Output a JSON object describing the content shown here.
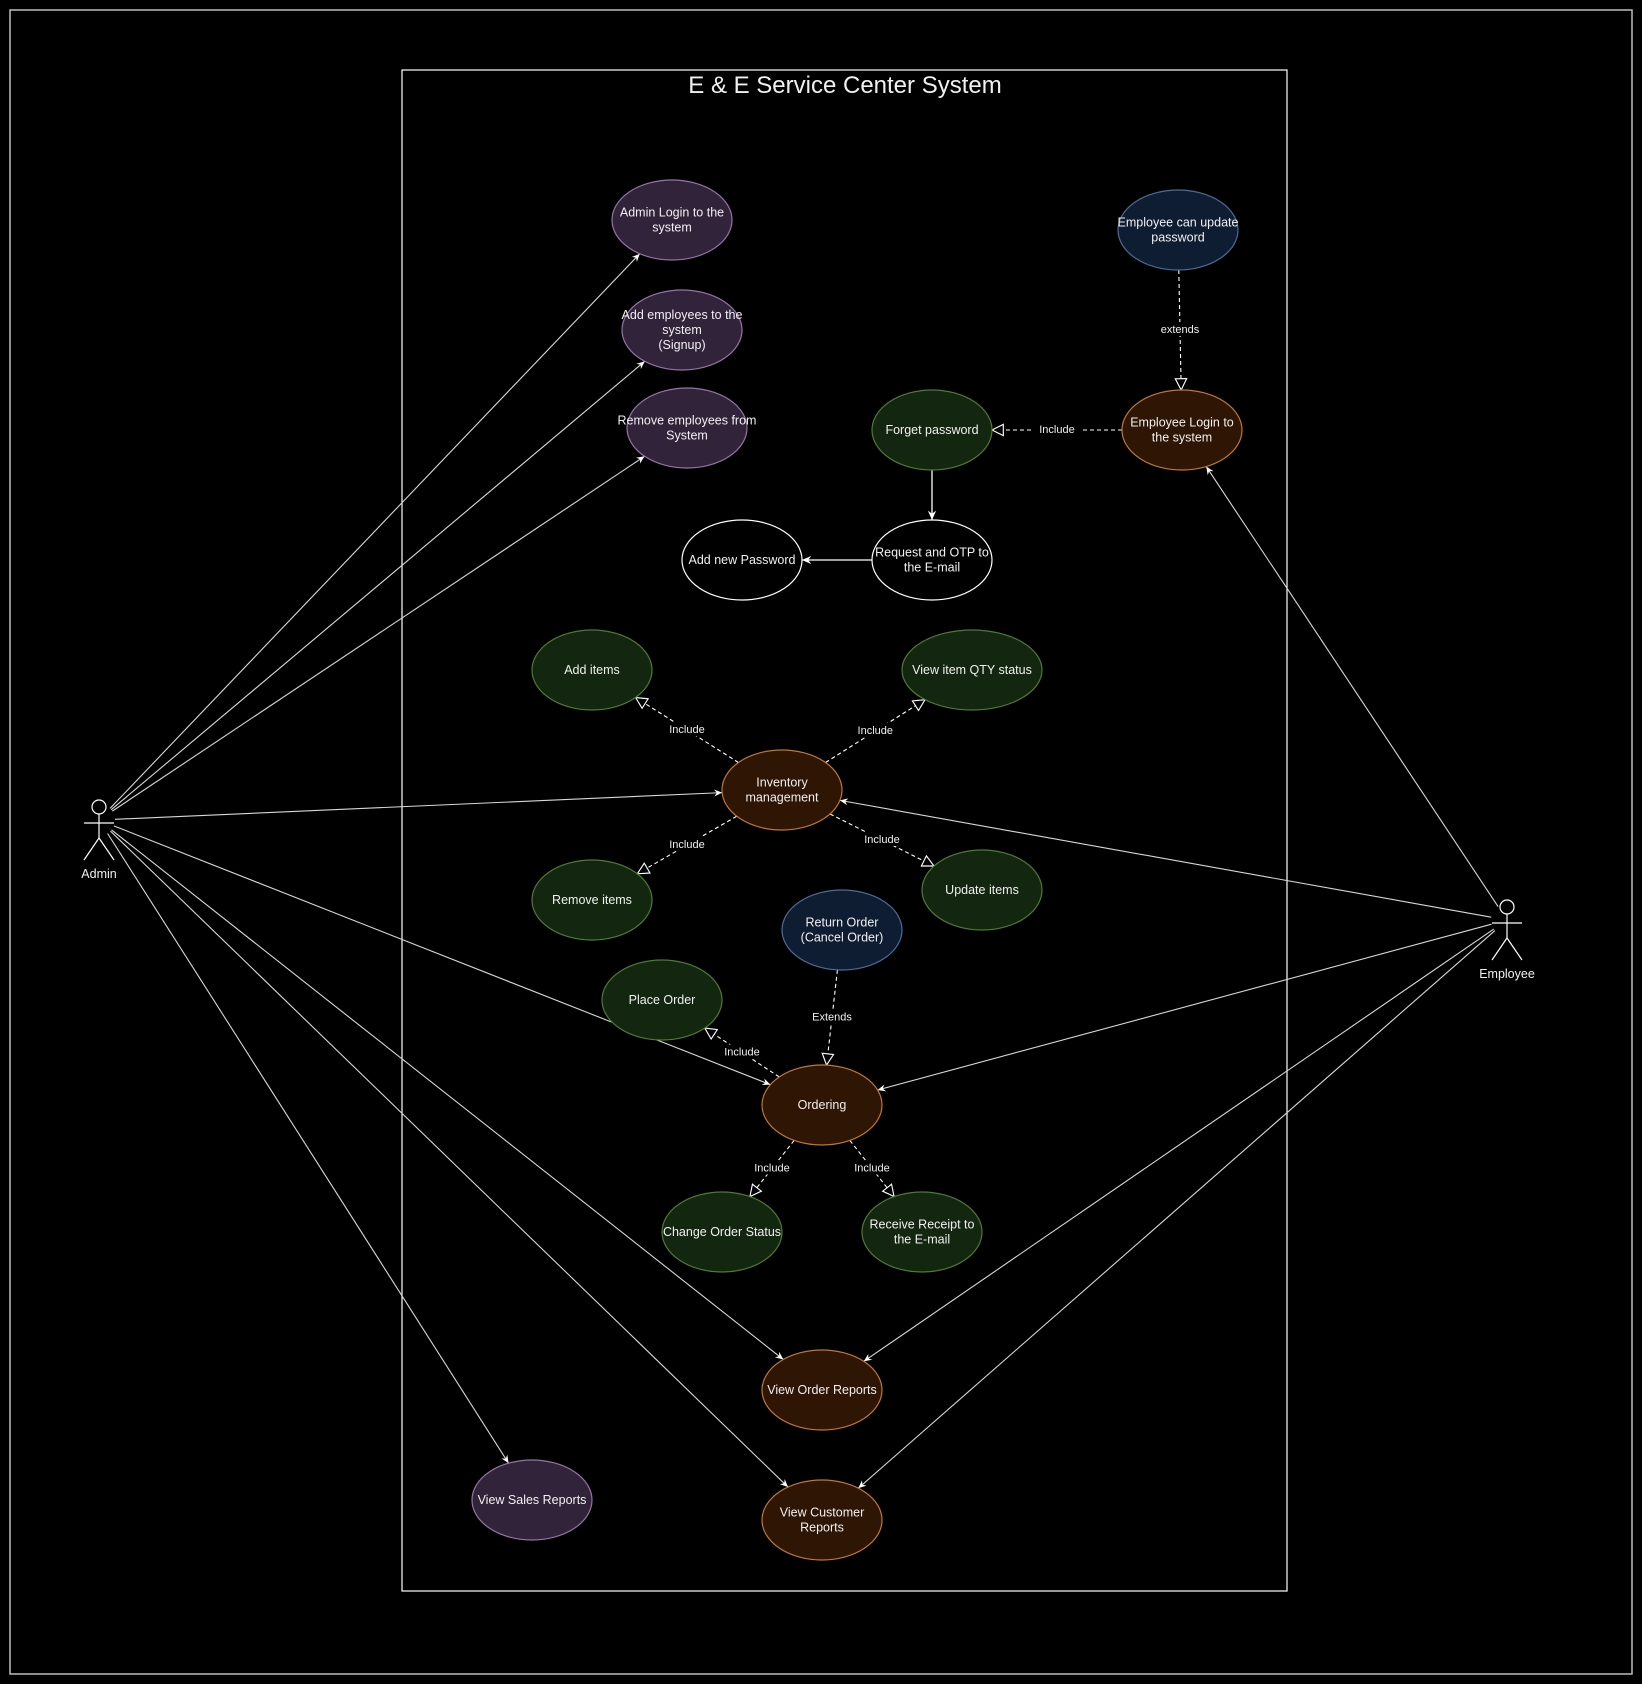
{
  "system": {
    "title": "E & E Service Center System"
  },
  "colors": {
    "purple": {
      "fill": "#31233a",
      "stroke": "#9673a6"
    },
    "green": {
      "fill": "#13260f",
      "stroke": "#4f7a33"
    },
    "orange": {
      "fill": "#2e1504",
      "stroke": "#c0782f"
    },
    "blue": {
      "fill": "#0f1d33",
      "stroke": "#4a6d96"
    },
    "white": {
      "fill": "#000000",
      "stroke": "#ffffff"
    },
    "line": "#d8d8d8"
  },
  "actors": [
    {
      "id": "admin",
      "label": "Admin"
    },
    {
      "id": "employee",
      "label": "Employee"
    }
  ],
  "use_cases": [
    {
      "id": "admin_login",
      "lines": [
        "Admin Login to the",
        "system"
      ],
      "color": "purple"
    },
    {
      "id": "add_employees",
      "lines": [
        "Add employees to the",
        "system",
        "(Signup)"
      ],
      "color": "purple"
    },
    {
      "id": "remove_employees",
      "lines": [
        "Remove employees from",
        "System"
      ],
      "color": "purple"
    },
    {
      "id": "emp_update_pw",
      "lines": [
        "Employee can update",
        "password"
      ],
      "color": "blue"
    },
    {
      "id": "forget_pw",
      "lines": [
        "Forget password"
      ],
      "color": "green"
    },
    {
      "id": "emp_login",
      "lines": [
        "Employee Login to",
        "the system"
      ],
      "color": "orange"
    },
    {
      "id": "add_new_pw",
      "lines": [
        "Add new Password"
      ],
      "color": "white"
    },
    {
      "id": "request_otp",
      "lines": [
        "Request and OTP to",
        "the E-mail"
      ],
      "color": "white"
    },
    {
      "id": "add_items",
      "lines": [
        "Add items"
      ],
      "color": "green"
    },
    {
      "id": "view_qty",
      "lines": [
        "View item QTY status"
      ],
      "color": "green"
    },
    {
      "id": "inventory",
      "lines": [
        "Inventory",
        "management"
      ],
      "color": "orange"
    },
    {
      "id": "remove_items",
      "lines": [
        "Remove items"
      ],
      "color": "green"
    },
    {
      "id": "update_items",
      "lines": [
        "Update items"
      ],
      "color": "green"
    },
    {
      "id": "return_order",
      "lines": [
        "Return Order",
        "(Cancel Order)"
      ],
      "color": "blue"
    },
    {
      "id": "place_order",
      "lines": [
        "Place Order"
      ],
      "color": "green"
    },
    {
      "id": "ordering",
      "lines": [
        "Ordering"
      ],
      "color": "orange"
    },
    {
      "id": "change_status",
      "lines": [
        "Change Order Status"
      ],
      "color": "green"
    },
    {
      "id": "receive_receipt",
      "lines": [
        "Receive Receipt to",
        "the E-mail"
      ],
      "color": "green"
    },
    {
      "id": "view_order_reports",
      "lines": [
        "View Order Reports"
      ],
      "color": "orange"
    },
    {
      "id": "view_sales_reports",
      "lines": [
        "View Sales Reports"
      ],
      "color": "purple"
    },
    {
      "id": "view_customer_reports",
      "lines": [
        "View Customer",
        "Reports"
      ],
      "color": "orange"
    }
  ],
  "relationships": [
    {
      "from": "admin",
      "to": "admin_login",
      "kind": "association",
      "label": ""
    },
    {
      "from": "admin",
      "to": "add_employees",
      "kind": "association",
      "label": ""
    },
    {
      "from": "admin",
      "to": "remove_employees",
      "kind": "association",
      "label": ""
    },
    {
      "from": "admin",
      "to": "inventory",
      "kind": "association",
      "label": ""
    },
    {
      "from": "admin",
      "to": "ordering",
      "kind": "association",
      "label": ""
    },
    {
      "from": "admin",
      "to": "view_order_reports",
      "kind": "association",
      "label": ""
    },
    {
      "from": "admin",
      "to": "view_customer_reports",
      "kind": "association",
      "label": ""
    },
    {
      "from": "admin",
      "to": "view_sales_reports",
      "kind": "association",
      "label": ""
    },
    {
      "from": "employee",
      "to": "emp_login",
      "kind": "association",
      "label": ""
    },
    {
      "from": "employee",
      "to": "inventory",
      "kind": "association",
      "label": ""
    },
    {
      "from": "employee",
      "to": "ordering",
      "kind": "association",
      "label": ""
    },
    {
      "from": "employee",
      "to": "view_order_reports",
      "kind": "association",
      "label": ""
    },
    {
      "from": "employee",
      "to": "view_customer_reports",
      "kind": "association",
      "label": ""
    },
    {
      "from": "emp_update_pw",
      "to": "emp_login",
      "kind": "dependency",
      "label": "extends"
    },
    {
      "from": "emp_login",
      "to": "forget_pw",
      "kind": "dependency",
      "label": "Include"
    },
    {
      "from": "forget_pw",
      "to": "request_otp",
      "kind": "flow",
      "label": ""
    },
    {
      "from": "request_otp",
      "to": "add_new_pw",
      "kind": "flow",
      "label": ""
    },
    {
      "from": "inventory",
      "to": "add_items",
      "kind": "dependency",
      "label": "Include"
    },
    {
      "from": "inventory",
      "to": "view_qty",
      "kind": "dependency",
      "label": "Include"
    },
    {
      "from": "inventory",
      "to": "remove_items",
      "kind": "dependency",
      "label": "Include"
    },
    {
      "from": "inventory",
      "to": "update_items",
      "kind": "dependency",
      "label": "Include"
    },
    {
      "from": "return_order",
      "to": "ordering",
      "kind": "dependency",
      "label": "Extends"
    },
    {
      "from": "ordering",
      "to": "place_order",
      "kind": "dependency",
      "label": "Include"
    },
    {
      "from": "ordering",
      "to": "change_status",
      "kind": "dependency",
      "label": "Include"
    },
    {
      "from": "ordering",
      "to": "receive_receipt",
      "kind": "dependency",
      "label": "Include"
    }
  ]
}
